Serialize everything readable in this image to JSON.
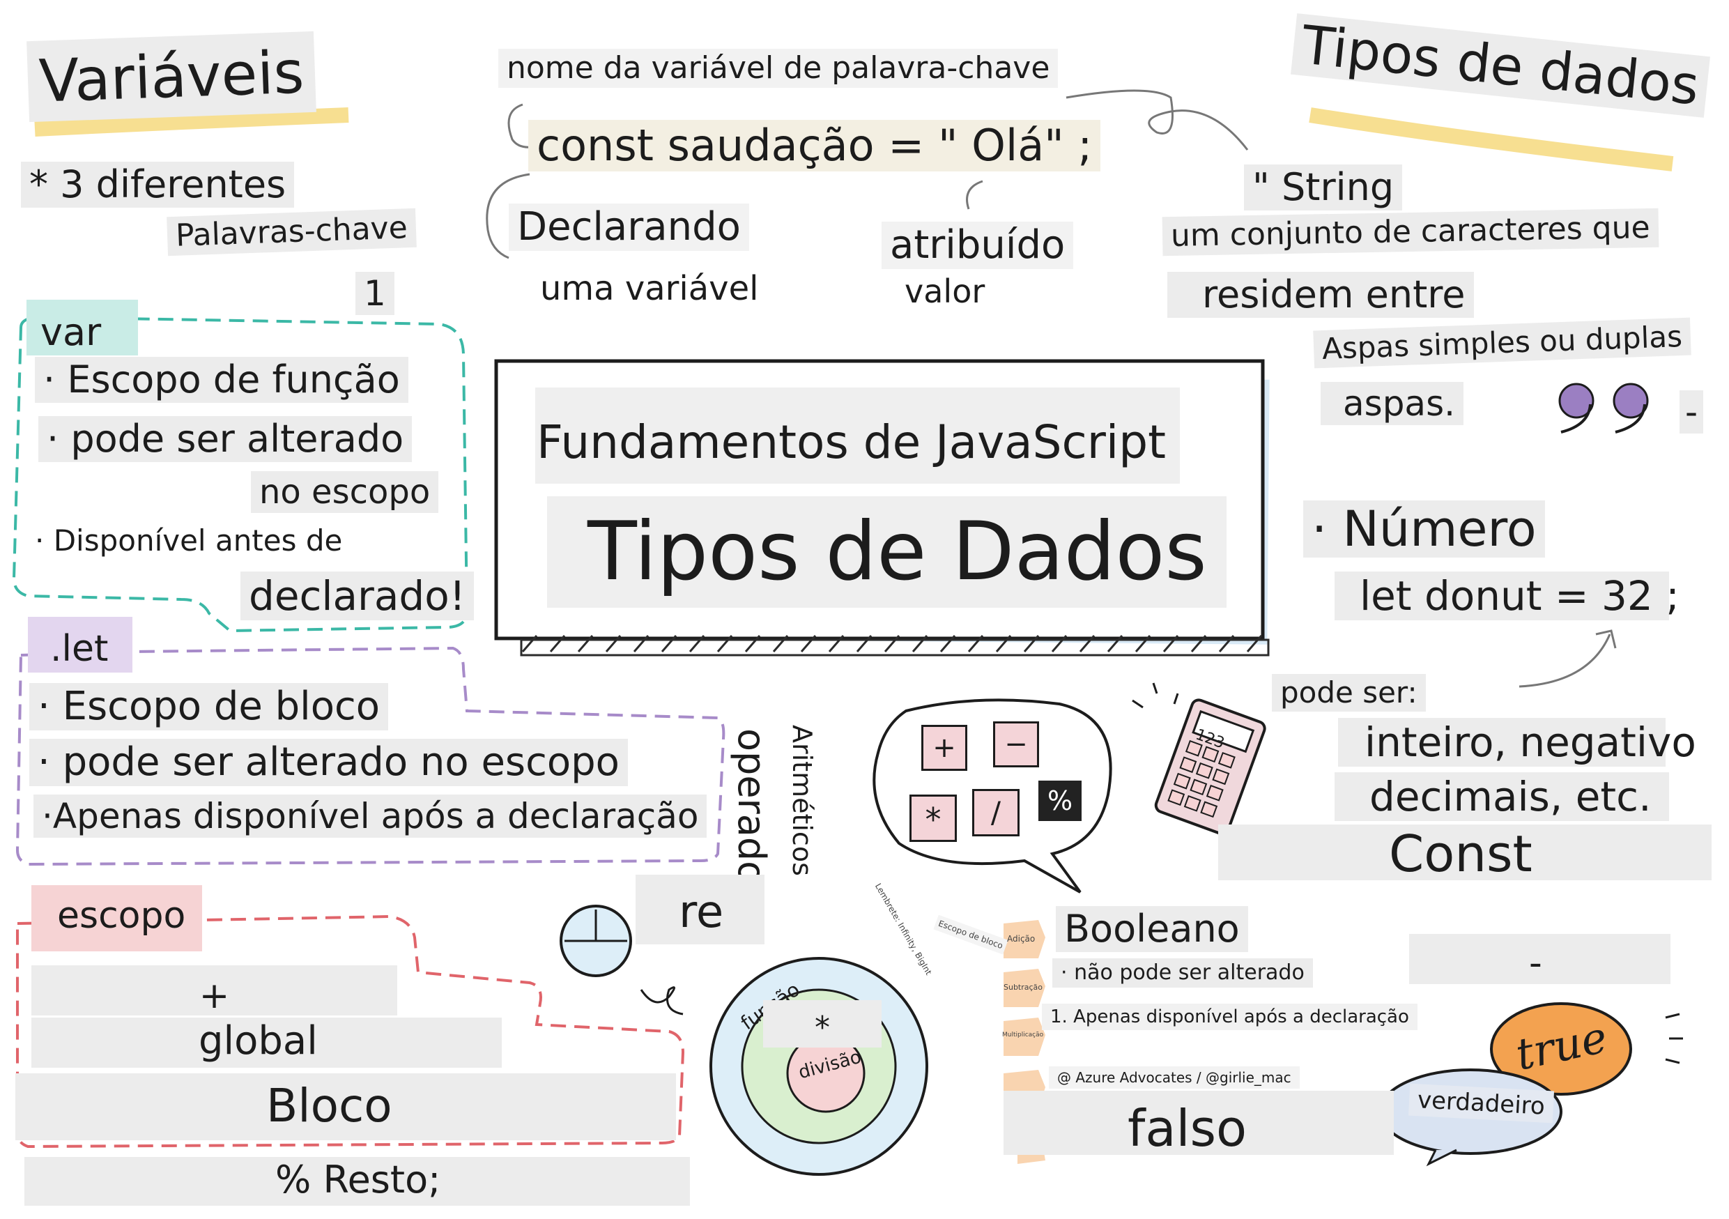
{
  "variables": {
    "title": "Variáveis",
    "three_different": "* 3 diferentes",
    "keywords": "Palavras-chave",
    "one": "1"
  },
  "declaration": {
    "keyword_name": "nome da variável de palavra-chave",
    "code": "const saudação = \" Olá\" ;",
    "declaring": "Declarando",
    "a_variable": "uma variável",
    "assigned": "atribuído",
    "value": "valor"
  },
  "data_types": {
    "title": "Tipos de dados",
    "string": "\" String",
    "string_desc1": "um conjunto de caracteres que",
    "string_desc2": "residem entre",
    "string_desc3": "Aspas simples ou duplas",
    "string_desc4": "aspas.",
    "dash": "-"
  },
  "var_box": {
    "tag": "var",
    "l1": "· Escopo de função",
    "l2": "· pode ser alterado",
    "l3": "no escopo",
    "l4": "· Disponível antes de",
    "l5": "declarado!"
  },
  "let_box": {
    "tag": ".let",
    "l1": "· Escopo de bloco",
    "l2": "· pode ser alterado no escopo",
    "l3": "·Apenas disponível após a declaração"
  },
  "scope_box": {
    "tag": "escopo",
    "plus": "+",
    "global": "global",
    "block": "Bloco",
    "remainder": "% Resto;"
  },
  "center": {
    "subtitle": "Fundamentos de JavaScript",
    "title": "Tipos de Dados"
  },
  "number": {
    "title": "· Número",
    "code": "let donut = 32 ;",
    "can_be": "pode ser:",
    "kinds1": "inteiro, negativo",
    "kinds2": "decimais, etc.",
    "const": "Const"
  },
  "operators": {
    "arith": "Aritméticos",
    "operators": "operadores",
    "keys": [
      "+",
      "−",
      "*",
      "/",
      "%"
    ],
    "calc_display": "123",
    "re": "re",
    "tiny1": "Lembrete: Infinity, BigInt",
    "tiny2": "Escopo de bloco"
  },
  "circle": {
    "func": "função",
    "star": "*",
    "division": "divisão"
  },
  "boolean": {
    "title": "Booleano",
    "l1": "· não pode ser alterado",
    "l2": "1. Apenas disponível após a declaração",
    "credit": "@ Azure Advocates / @girlie_mac",
    "false": "falso",
    "dash": "-",
    "true": "true",
    "truthy": "verdadeiro",
    "tag_add": "Adição",
    "tag_sub": "Subtração",
    "tag_mul": "Multiplicação"
  },
  "colors": {
    "teal": "#3bb8a6",
    "purple": "#a78bc9",
    "red": "#e0646a",
    "yellow": "#f5d775",
    "blue": "#9cc6e8",
    "orange": "#f3a250"
  }
}
